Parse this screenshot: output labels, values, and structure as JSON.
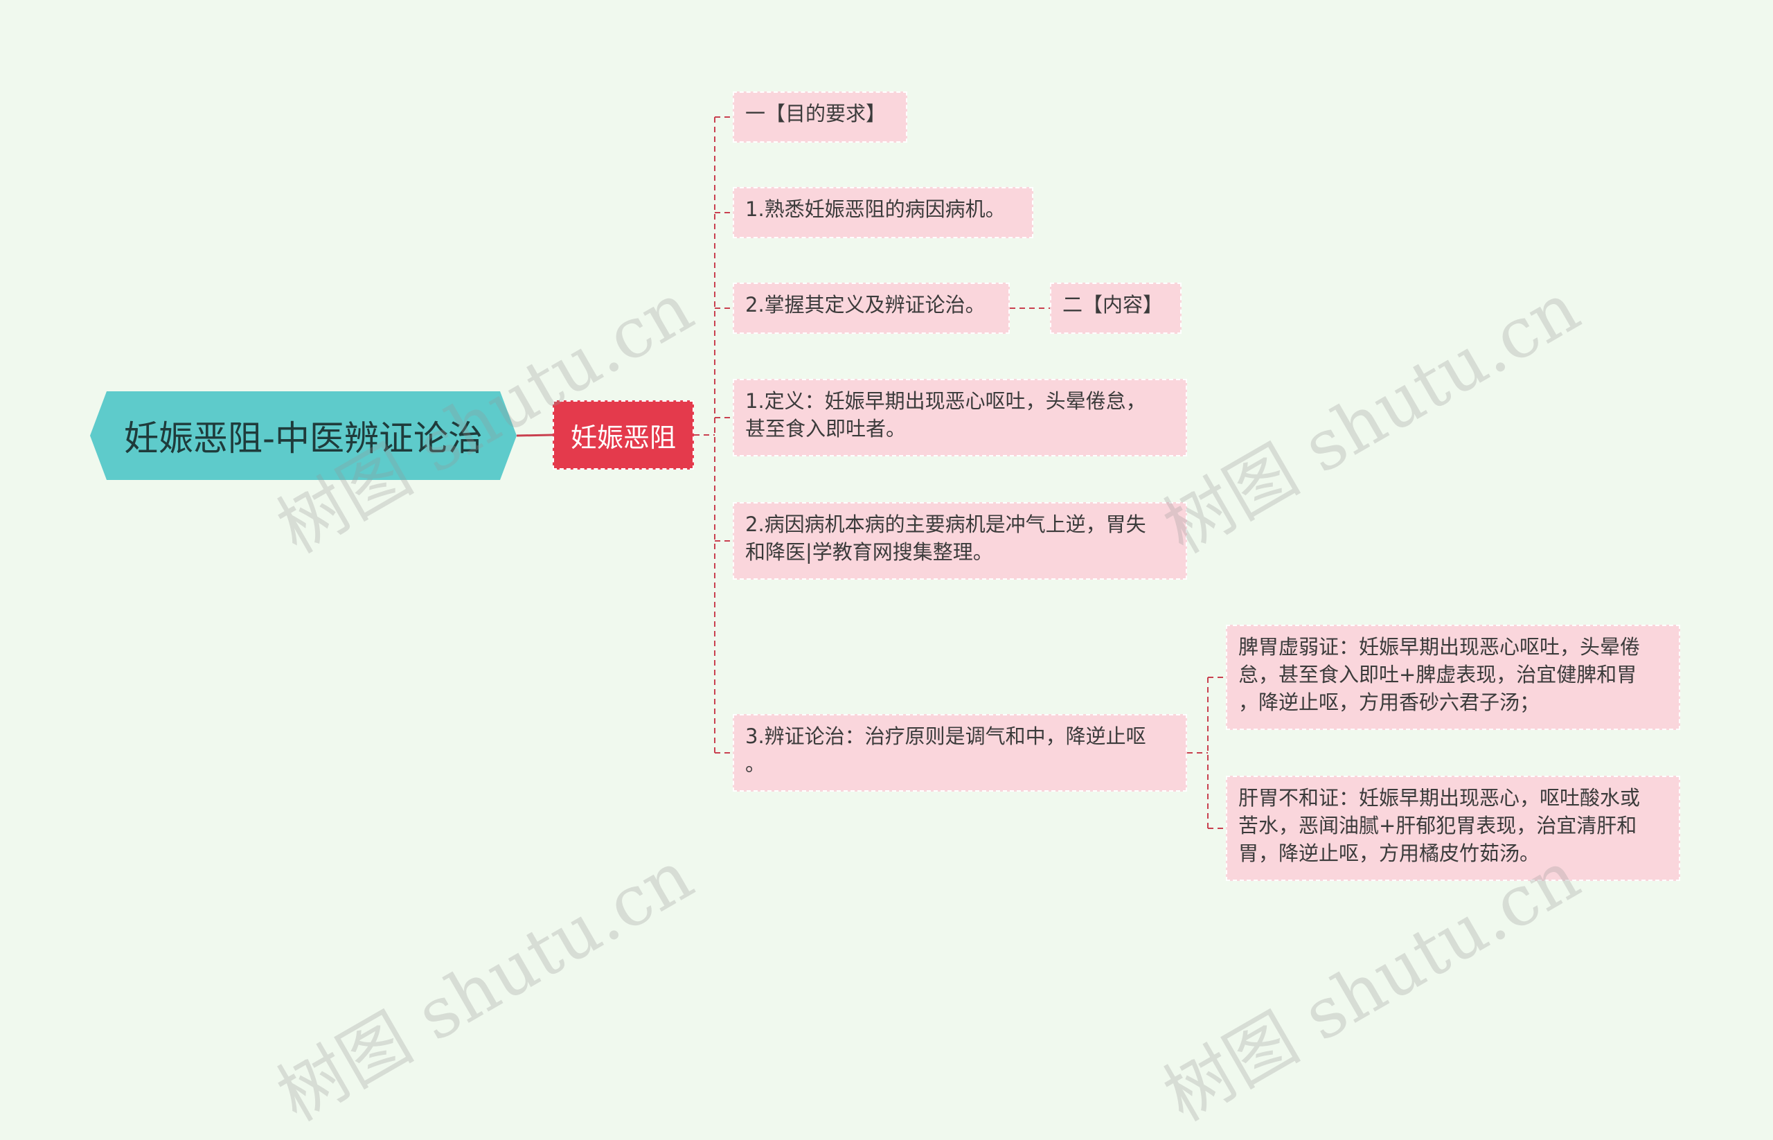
{
  "root": {
    "label": "妊娠恶阻-中医辨证论治"
  },
  "main_topic": {
    "label": "妊娠恶阻"
  },
  "branches": [
    {
      "text": "一【目的要求】"
    },
    {
      "text": "1.熟悉妊娠恶阻的病因病机。"
    },
    {
      "text": "2.掌握其定义及辨证论治。",
      "child": {
        "text": "二【内容】"
      }
    },
    {
      "text": "1.定义：妊娠早期出现恶心呕吐，头晕倦怠，\n甚至食入即吐者。"
    },
    {
      "text": "2.病因病机本病的主要病机是冲气上逆，胃失\n和降医|学教育网搜集整理。"
    },
    {
      "text": "3.辨证论治：治疗原则是调气和中，降逆止呕\n。",
      "children": [
        {
          "text": "脾胃虚弱证：妊娠早期出现恶心呕吐，头晕倦\n怠，甚至食入即吐+脾虚表现，治宜健脾和胃\n，降逆止呕，方用香砂六君子汤；"
        },
        {
          "text": "肝胃不和证：妊娠早期出现恶心，呕吐酸水或\n苦水，恶闻油腻+肝郁犯胃表现，治宜清肝和\n胃，降逆止呕，方用橘皮竹茹汤。"
        }
      ]
    }
  ],
  "watermark": {
    "text": "树图 shutu.cn"
  },
  "colors": {
    "background": "#f0f9ee",
    "root_fill": "#5ecbcb",
    "main_fill": "#e43a4c",
    "leaf_fill": "#fad6dc",
    "connector": "#c9404f"
  }
}
